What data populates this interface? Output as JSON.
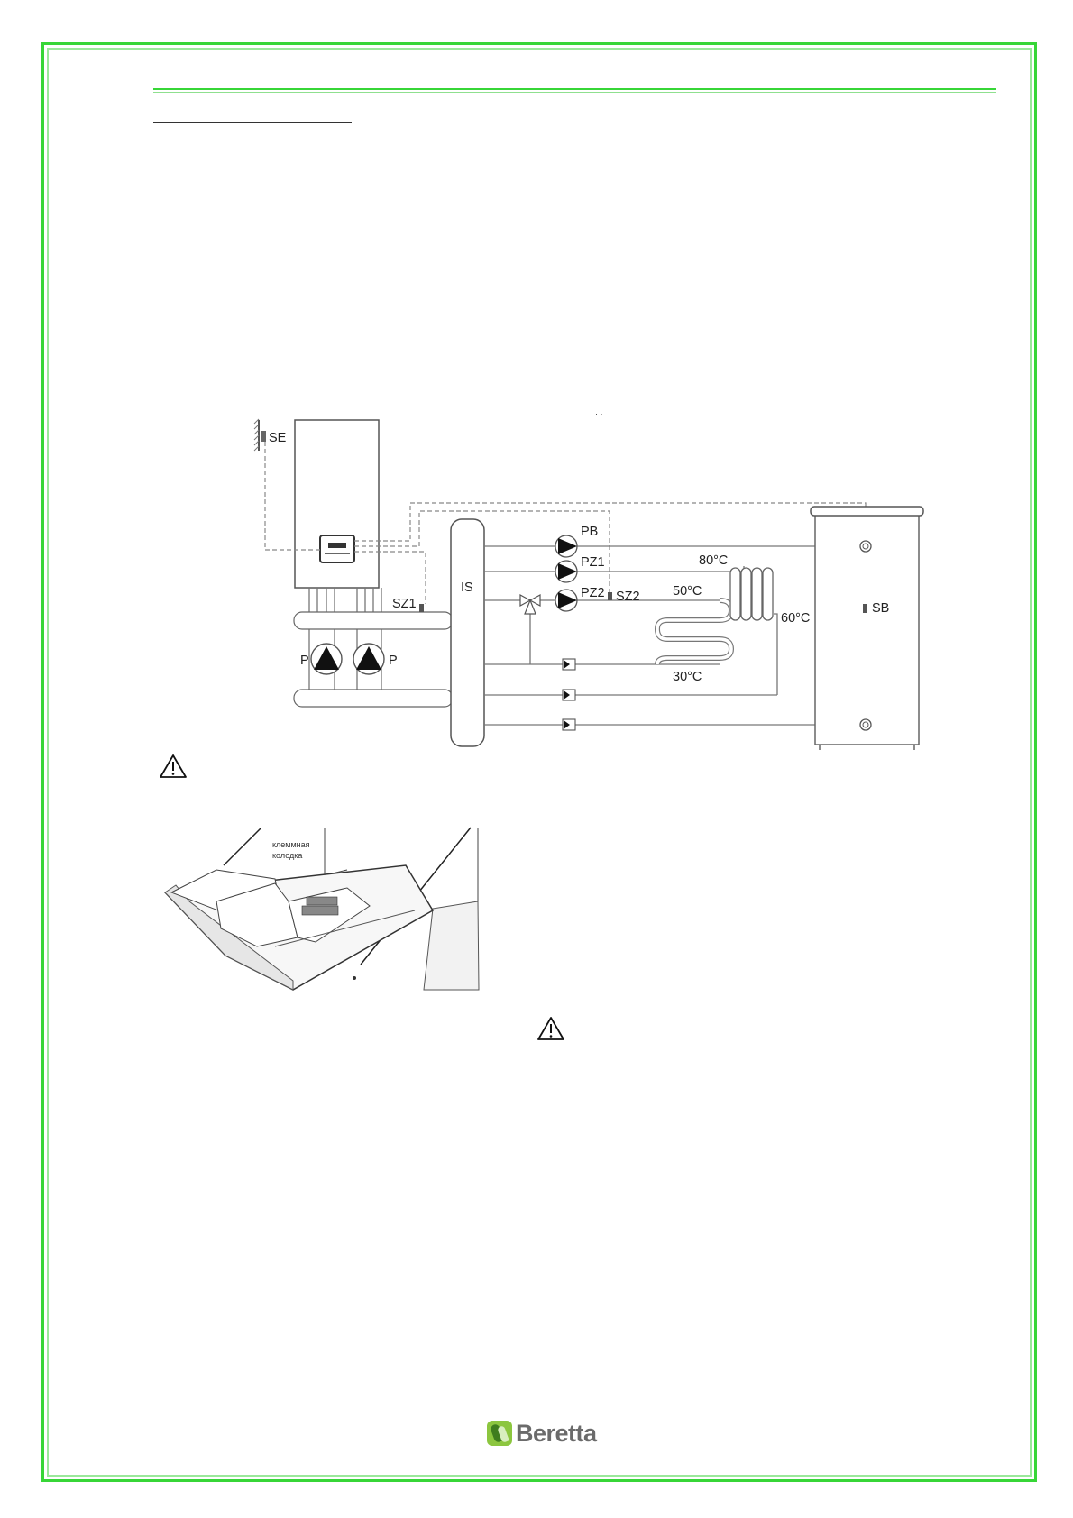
{
  "diagram": {
    "labels": {
      "se": "SE",
      "pb": "PB",
      "pz1": "PZ1",
      "pz2": "PZ2",
      "sz1": "SZ1",
      "sz2": "SZ2",
      "is": "IS",
      "sb": "SB",
      "p_left": "P",
      "p_right": "P",
      "t80": "80°C",
      "t50": "50°C",
      "t60": "60°C",
      "t30": "30°C",
      "top_mark": "· ·"
    }
  },
  "photo": {
    "label_line1": "клеммная",
    "label_line2": "колодка"
  },
  "footer": {
    "brand": "Beretta",
    "brand_color": "#8cc63f"
  },
  "colors": {
    "frame": "#37d637"
  }
}
